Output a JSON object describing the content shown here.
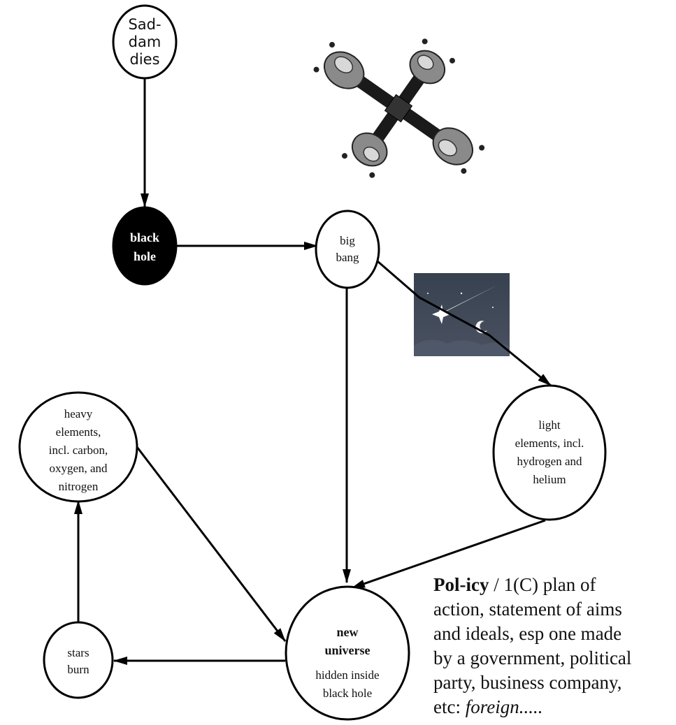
{
  "nodes": {
    "saddam": {
      "lines": [
        "Sad-",
        "dam",
        "dies"
      ]
    },
    "black_hole": {
      "lines": [
        "black",
        "hole"
      ]
    },
    "big_bang": {
      "lines": [
        "big",
        "bang"
      ]
    },
    "light_elements": {
      "lines": [
        "light",
        "elements, incl.",
        "hydrogen and",
        "helium"
      ]
    },
    "heavy_elements": {
      "lines": [
        "heavy",
        "elements,",
        "incl. carbon,",
        "oxygen, and",
        "nitrogen"
      ]
    },
    "stars_burn": {
      "lines": [
        "stars",
        "burn"
      ]
    },
    "new_universe": {
      "title_lines": [
        "new",
        "universe"
      ],
      "lines": [
        "hidden inside",
        "black hole"
      ]
    }
  },
  "edges": [
    {
      "from": "saddam",
      "to": "black_hole"
    },
    {
      "from": "black_hole",
      "to": "big_bang"
    },
    {
      "from": "big_bang",
      "to": "light_elements"
    },
    {
      "from": "big_bang",
      "to": "new_universe"
    },
    {
      "from": "light_elements",
      "to": "new_universe"
    },
    {
      "from": "heavy_elements",
      "to": "new_universe"
    },
    {
      "from": "new_universe",
      "to": "stars_burn"
    },
    {
      "from": "stars_burn",
      "to": "heavy_elements"
    }
  ],
  "colors": {
    "line": "#000000",
    "node_fill": "#ffffff",
    "black_hole_fill": "#000000",
    "sky": "#3d4654"
  },
  "icons": {
    "decoration_top": "spinning-pods-graphic",
    "comet": "shooting-star-icon"
  },
  "policy": {
    "term": "Pol-icy",
    "definition_lines": [
      " / 1(C) plan of",
      "action, statement of aims",
      "and ideals, esp one made",
      "by a government, political",
      "party, business company,"
    ],
    "last_prefix": "etc: ",
    "example": "foreign....."
  }
}
